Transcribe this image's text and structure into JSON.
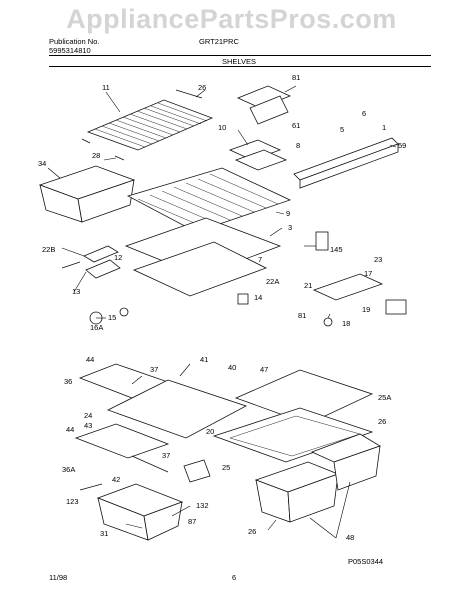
{
  "watermark": "AppliancePartsPros.com",
  "header": {
    "publication_label": "Publication No.",
    "publication_number": "5995314810",
    "model": "GRT21PRC",
    "section_title": "SHELVES"
  },
  "footer": {
    "date": "11/98",
    "page": "6",
    "figure_code": "P05S0344"
  },
  "callouts": [
    "11",
    "26",
    "81",
    "61",
    "6",
    "5",
    "1",
    "10",
    "59",
    "8",
    "28",
    "34",
    "9",
    "3",
    "22B",
    "12",
    "145",
    "23",
    "22A",
    "7",
    "17",
    "13",
    "21",
    "14",
    "19",
    "81",
    "18",
    "15",
    "16A",
    "44",
    "37",
    "41",
    "40",
    "47",
    "36",
    "25A",
    "24",
    "43",
    "26",
    "44",
    "20",
    "36A",
    "37",
    "25",
    "42",
    "123",
    "132",
    "31",
    "87",
    "26",
    "48"
  ]
}
